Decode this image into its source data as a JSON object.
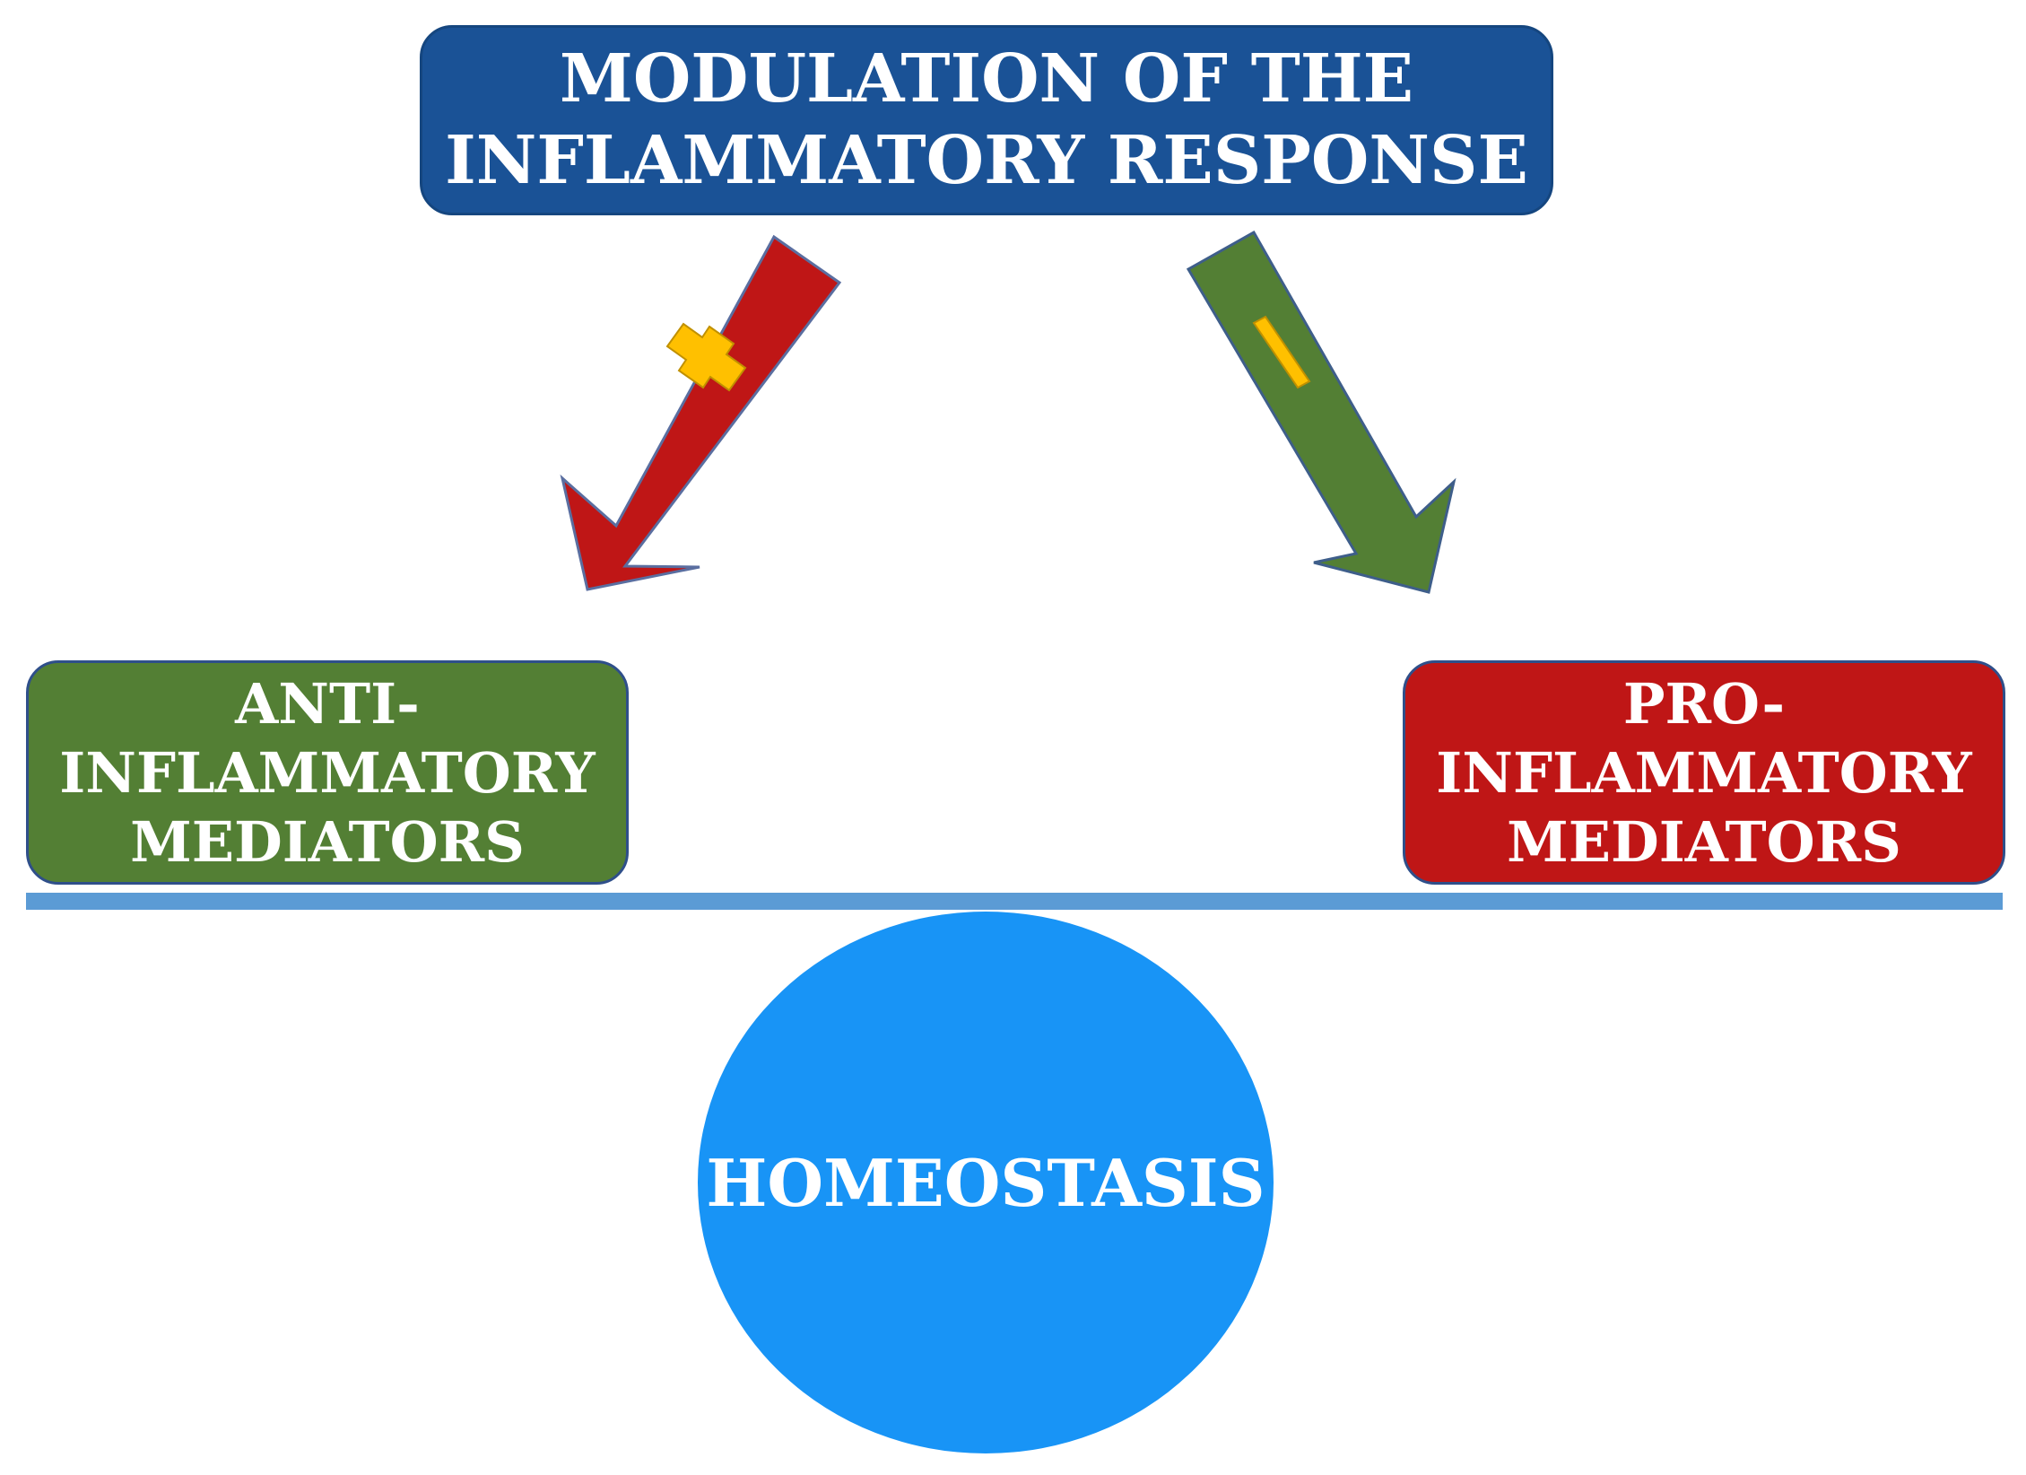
{
  "title": {
    "lines": [
      "MODULATION OF THE",
      "INFLAMMATORY RESPONSE"
    ]
  },
  "anti_inflammatory": {
    "lines": [
      "ANTI-",
      "INFLAMMATORY",
      "MEDIATORS"
    ]
  },
  "pro_inflammatory": {
    "lines": [
      "PRO-",
      "INFLAMMATORY",
      "MEDIATORS"
    ]
  },
  "center": {
    "label": "HOMEOSTASIS"
  },
  "arrows": {
    "left": {
      "sign_icon": "plus-icon"
    },
    "right": {
      "sign_icon": "minus-icon"
    }
  },
  "colors": {
    "title_box": "#1a5296",
    "anti_box": "#537f34",
    "pro_box": "#bf1616",
    "left_arrow": "#bf1616",
    "right_arrow": "#537f34",
    "sign": "#ffc000",
    "beam": "#5b9bd5",
    "circle": "#1894f6"
  }
}
